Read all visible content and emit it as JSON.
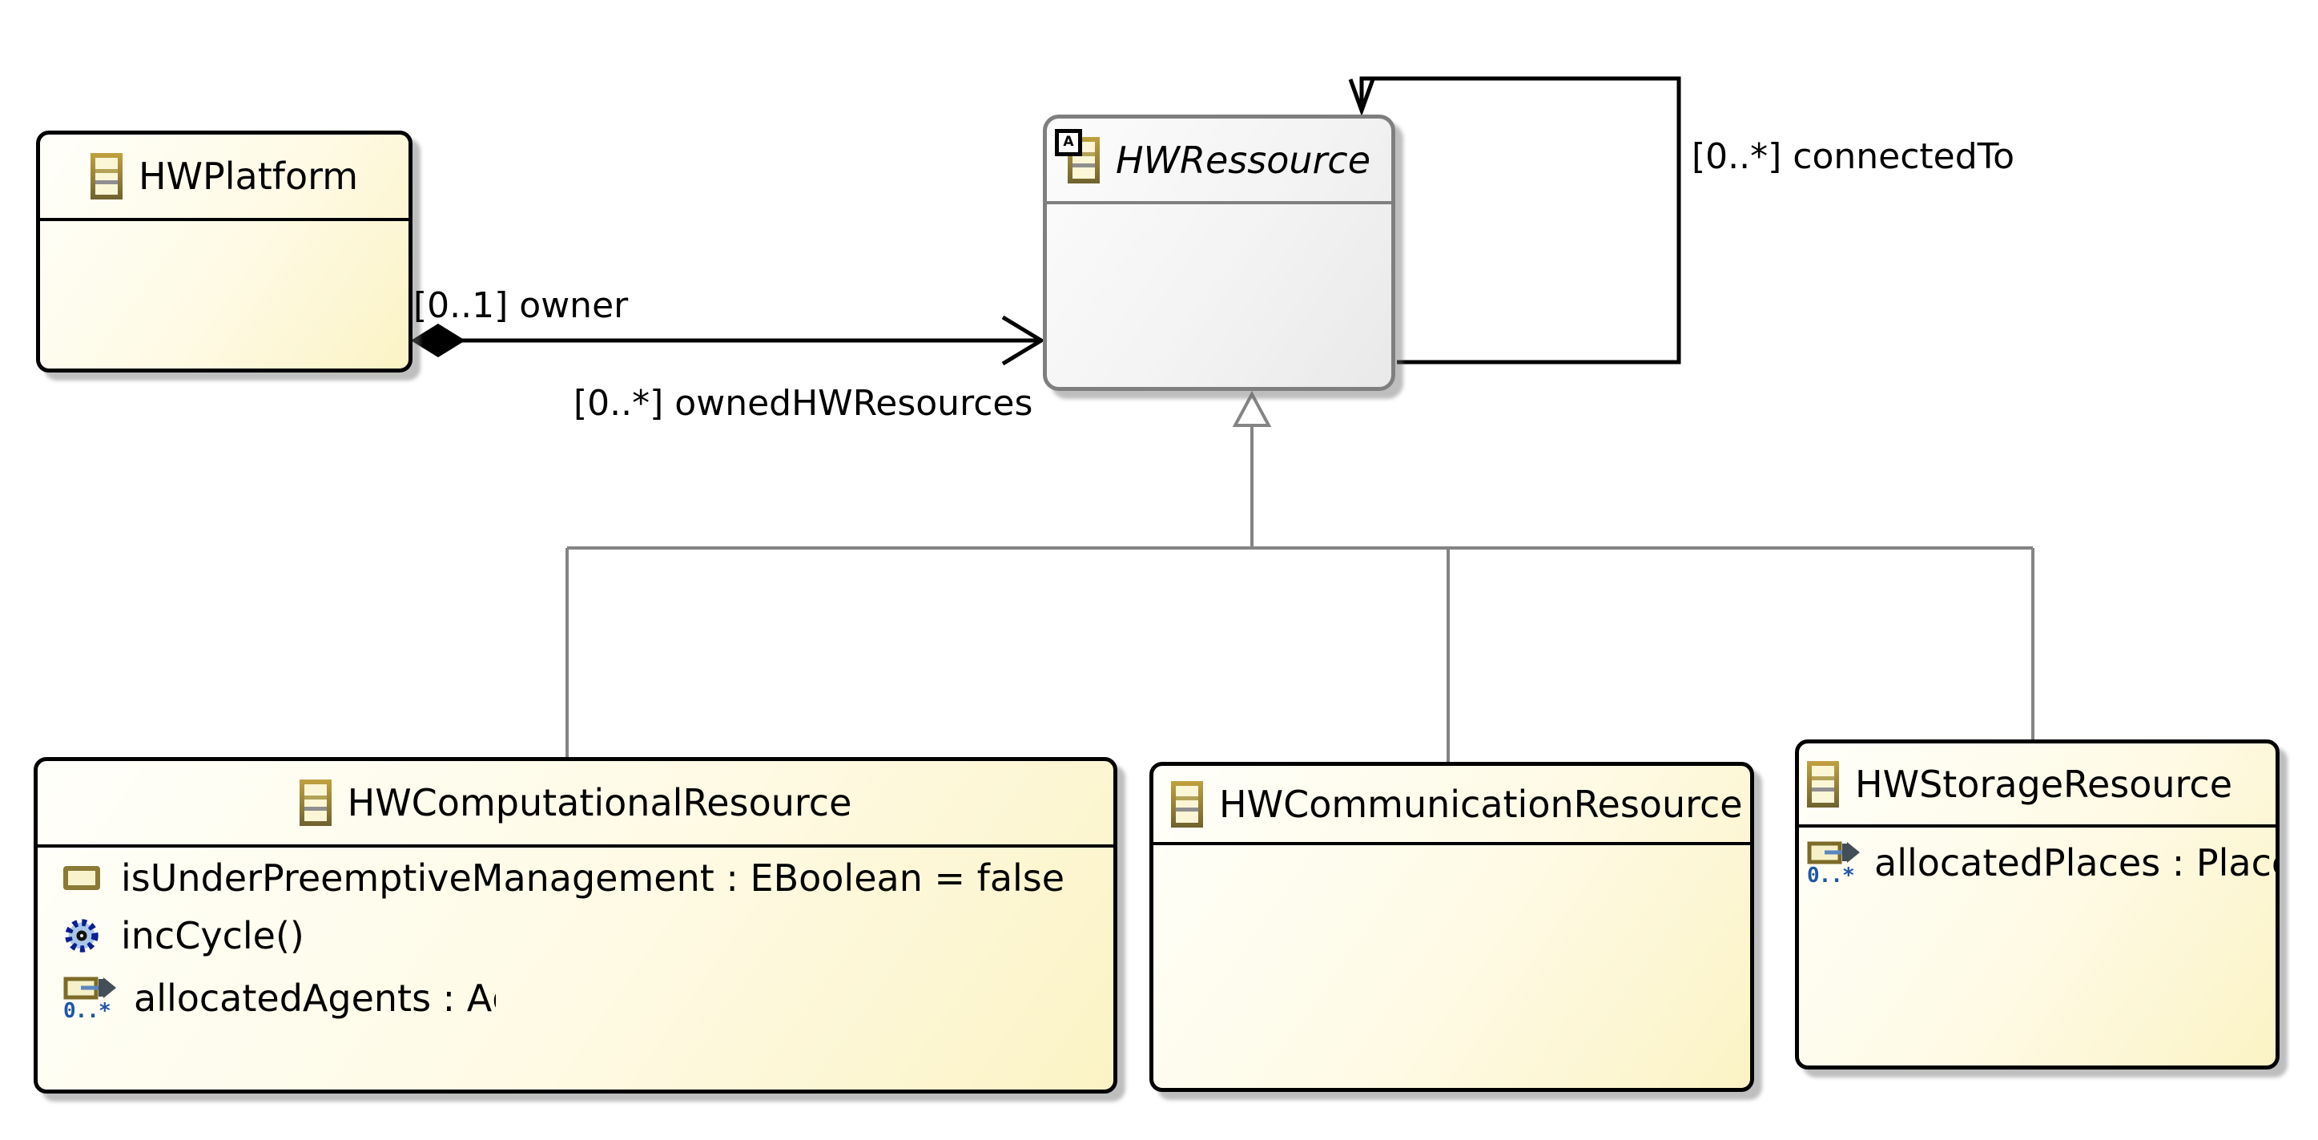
{
  "diagram": {
    "type": "uml-class-diagram",
    "background": "#ffffff",
    "classes": [
      {
        "name": "HWPlatform",
        "abstract": false,
        "members": []
      },
      {
        "name": "HWRessource",
        "abstract": true,
        "abstract_badge": "A",
        "members": []
      },
      {
        "name": "HWComputationalResource",
        "abstract": false,
        "members": [
          {
            "kind": "attribute",
            "label": "isUnderPreemptiveManagement : EBoolean = false"
          },
          {
            "kind": "operation",
            "label": "incCycle()"
          },
          {
            "kind": "reference",
            "label": "allocatedAgents : Agent",
            "multiplicity_badge": "0..*"
          }
        ]
      },
      {
        "name": "HWCommunicationResource",
        "abstract": false,
        "members": []
      },
      {
        "name": "HWStorageResource",
        "abstract": false,
        "members": [
          {
            "kind": "reference",
            "label": "allocatedPlaces : Place",
            "multiplicity_badge": "0..*"
          }
        ]
      }
    ],
    "edges": {
      "owner_label": "[0..1] owner",
      "owned_label": "[0..*] ownedHWResources",
      "connected_label": "[0..*] connectedTo"
    },
    "colors": {
      "class_border": "#000000",
      "class_fill_start": "#fffffa",
      "class_fill_end": "#fbf3c5",
      "abstract_border": "#7f7f7f",
      "abstract_fill_start": "#fcfcfc",
      "abstract_fill_end": "#e9e9e9",
      "generalization_line": "#848484",
      "association_line": "#000000",
      "multiplicity_text": "#1f55a8",
      "icon_gold": "#8a7a35"
    }
  }
}
